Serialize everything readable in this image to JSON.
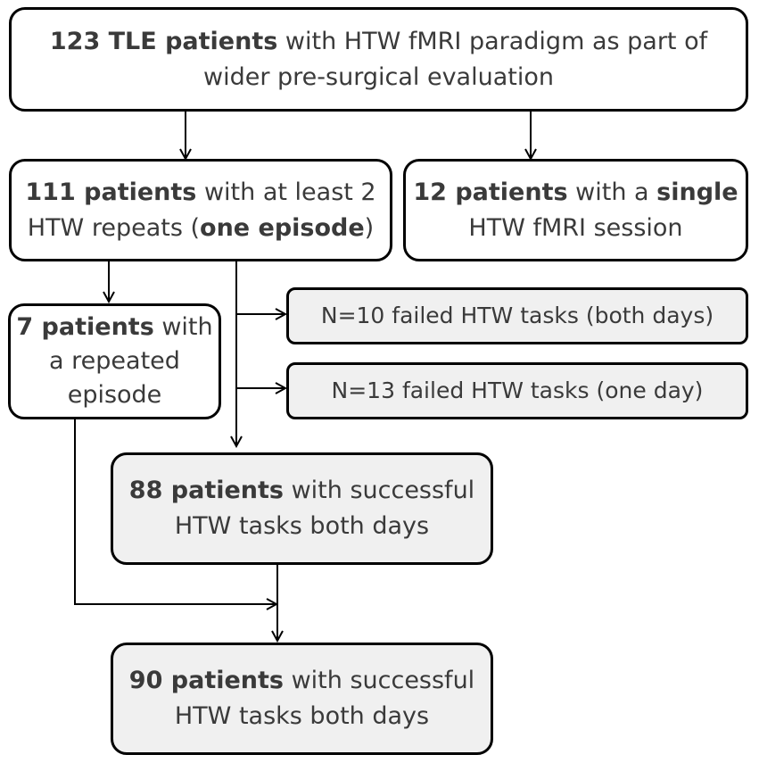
{
  "boxes": {
    "top": {
      "line1_bold": "123 TLE patients",
      "line1_rest": " with HTW fMRI paradigm as part of",
      "line2": "wider pre-surgical evaluation"
    },
    "repeats": {
      "line1_bold": "111 patients",
      "line1_rest": " with at least 2",
      "line2_pre": "HTW repeats (",
      "line2_bold": "one episode",
      "line2_post": ")"
    },
    "single": {
      "line1_bold": "12 patients",
      "line1_mid": " with a ",
      "line1_bold2": "single",
      "line2": "HTW fMRI session"
    },
    "repeated_episode": {
      "line1_bold": "7 patients",
      "line1_rest": " with",
      "line2": "a repeated",
      "line3": "episode"
    },
    "failed_both": {
      "text": "N=10 failed HTW tasks (both days)"
    },
    "failed_one": {
      "text": "N=13 failed HTW tasks (one day)"
    },
    "success_88": {
      "line1_bold": "88 patients",
      "line1_rest": " with successful",
      "line2": "HTW tasks both days"
    },
    "success_90": {
      "line1_bold": "90 patients",
      "line1_rest": " with successful",
      "line2": "HTW tasks both days"
    }
  },
  "colors": {
    "border": "#000000",
    "text": "#3a3a3a",
    "grey_fill": "#f0f0f0",
    "white_fill": "#ffffff"
  }
}
